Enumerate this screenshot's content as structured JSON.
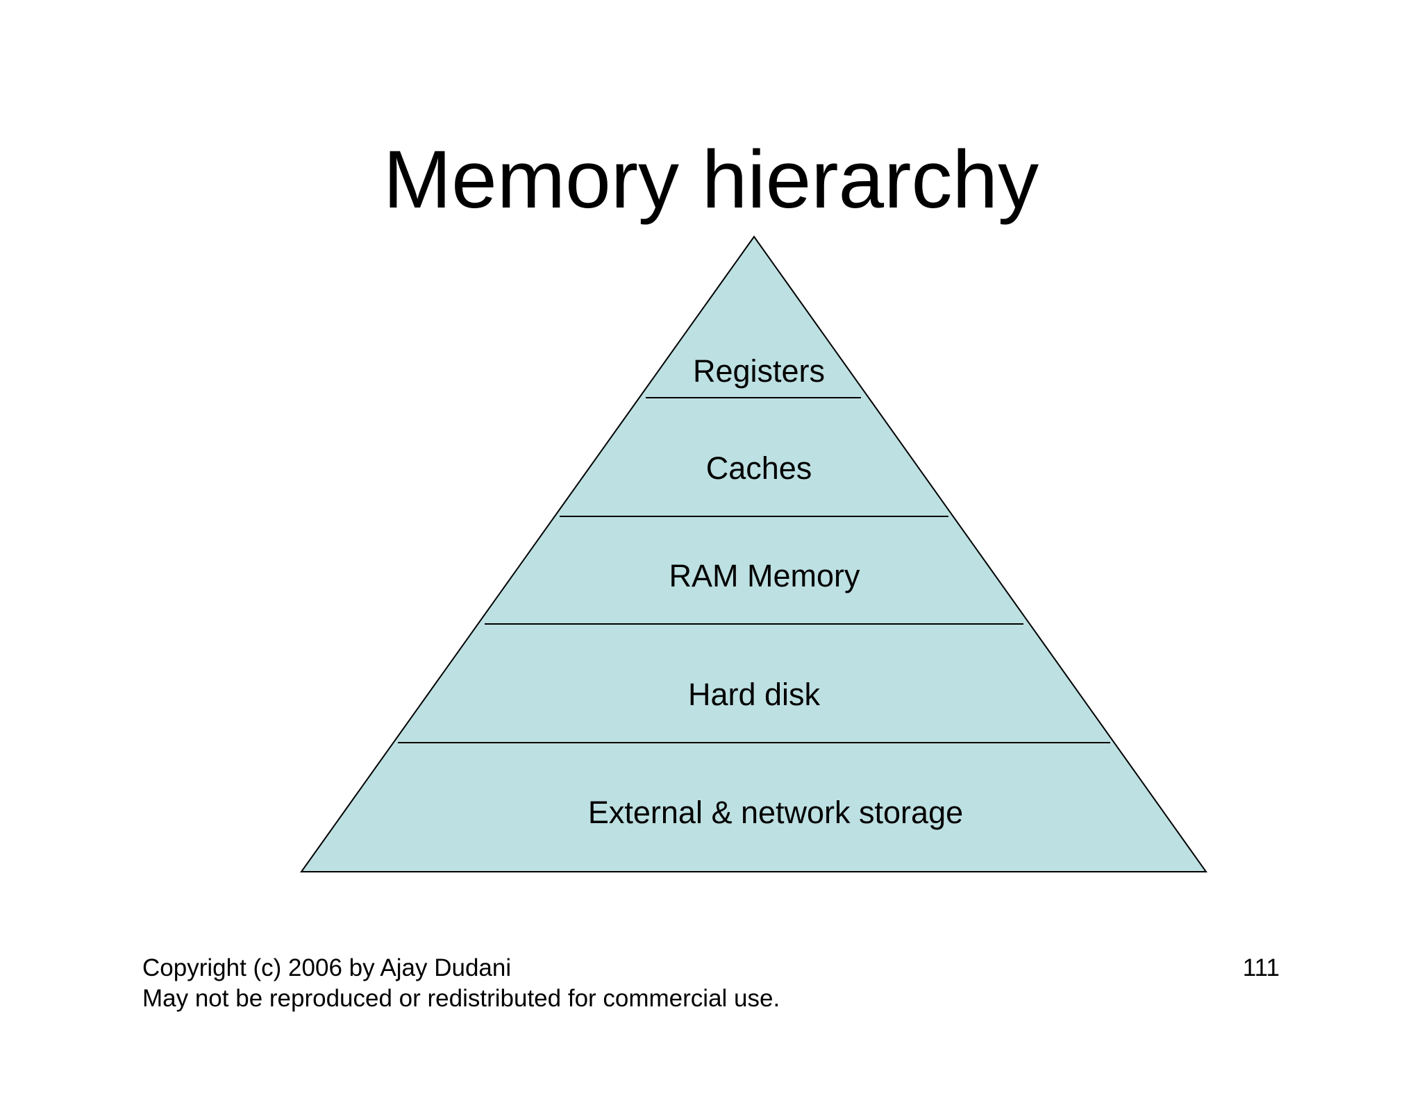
{
  "slide": {
    "title": "Memory hierarchy",
    "page_number": "111"
  },
  "pyramid": {
    "fill_color": "#bde0e2",
    "line_color": "#000000",
    "levels": [
      {
        "label": "Registers"
      },
      {
        "label": "Caches"
      },
      {
        "label": "RAM Memory"
      },
      {
        "label": "Hard disk"
      },
      {
        "label": "External & network storage"
      }
    ]
  },
  "footer": {
    "copyright_line1": "Copyright (c) 2006 by Ajay Dudani",
    "copyright_line2": "May not be reproduced or redistributed for commercial use."
  }
}
